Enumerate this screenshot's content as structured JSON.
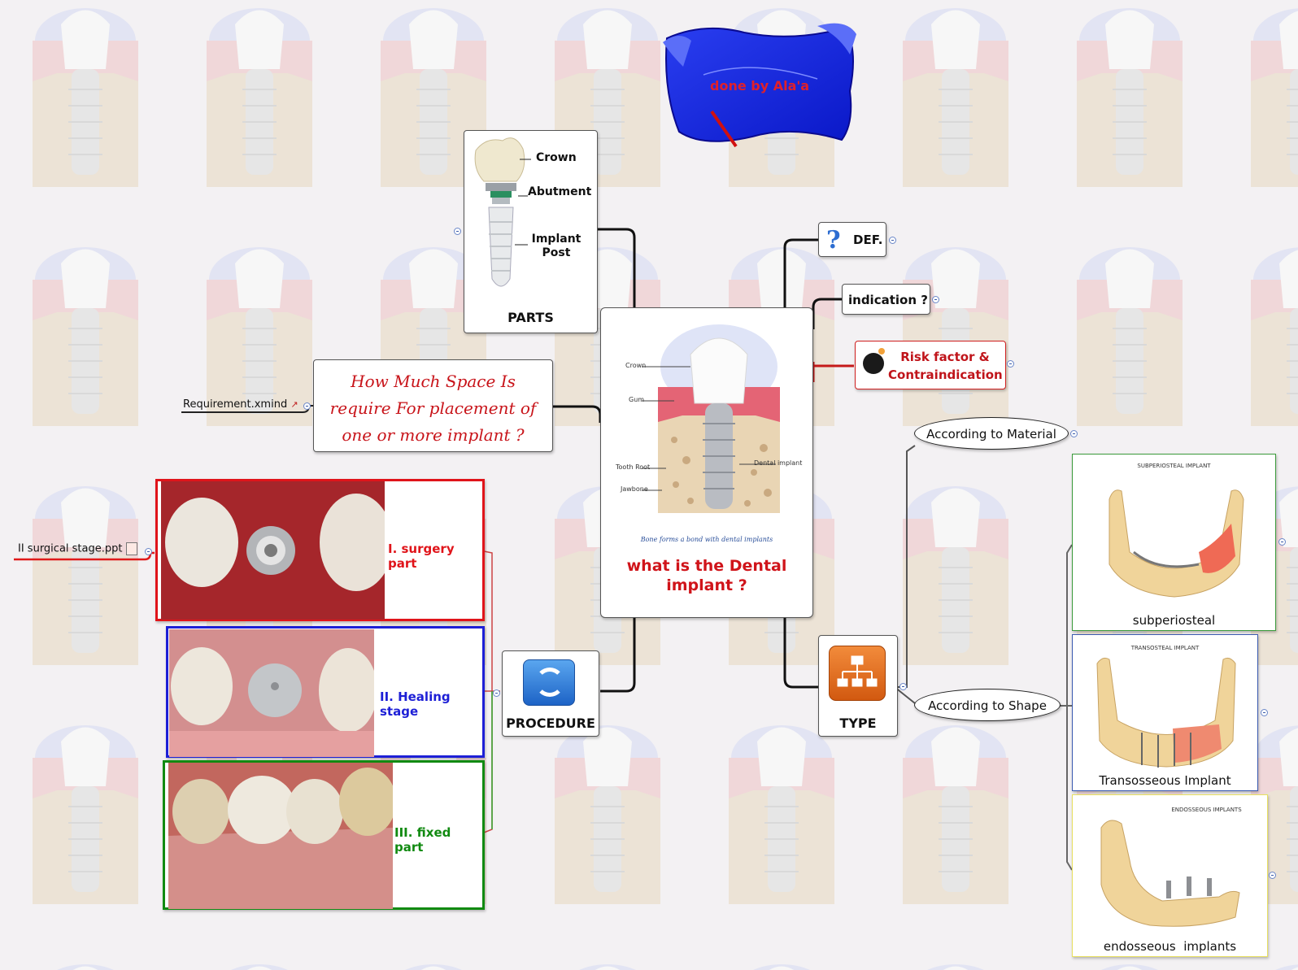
{
  "banner": {
    "text": "done by Ala'a"
  },
  "central": {
    "title": "what is the Dental implant ?",
    "caption": "Bone forms a bond with dental implants",
    "labels": [
      "Crown",
      "Gum",
      "Tooth Root",
      "Jawbone",
      "Dental implant"
    ]
  },
  "parts": {
    "title": "PARTS",
    "labels": [
      "Crown",
      "Abutment",
      "Implant Post"
    ]
  },
  "right_topics": [
    {
      "id": "def",
      "label": "DEF.",
      "icon": "question-icon"
    },
    {
      "id": "indication",
      "label": "indication ?",
      "icon": ""
    },
    {
      "id": "risk",
      "label": "Risk factor & Contraindication",
      "icon": "bomb-icon"
    }
  ],
  "space": {
    "text": "How Much Space Is require For placement of one or more implant ?"
  },
  "attachments": {
    "requirement": "Requirement.xmind",
    "surgical": "II surgical stage.ppt"
  },
  "procedure": {
    "title": "PROCEDURE",
    "steps": [
      {
        "label": "I. surgery part",
        "color": "#e0141a"
      },
      {
        "label": "II. Healing stage",
        "color": "#1d1fd6"
      },
      {
        "label": "III. fixed part",
        "color": "#118a11"
      }
    ]
  },
  "type": {
    "title": "TYPE",
    "callouts": [
      "According to Material",
      "According to Shape"
    ],
    "images": [
      {
        "label": "subperiosteal",
        "header": "SUBPERIOSTEAL IMPLANT",
        "border": "#3a9a3a"
      },
      {
        "label": "Transosseous Implant",
        "header": "TRANSOSTEAL IMPLANT",
        "border": "#3a5ab0"
      },
      {
        "label": "endosseous  implants",
        "header": "ENDOSSEOUS IMPLANTS",
        "border": "#e8e060"
      }
    ]
  },
  "colors": {
    "risk_border": "#d02020",
    "risk_text": "#c0141a",
    "central_title": "#d0141a"
  }
}
